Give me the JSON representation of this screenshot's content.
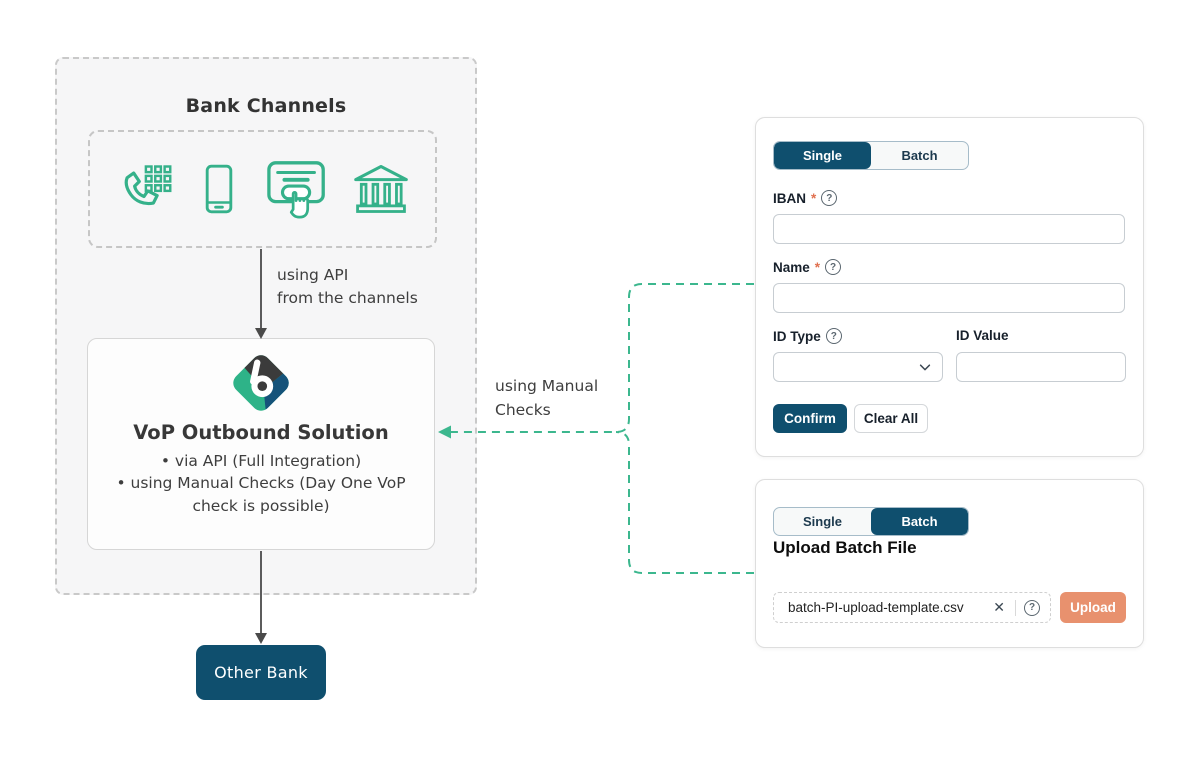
{
  "colors": {
    "accent_green": "#35b18a",
    "dark_blue": "#0f4f6e",
    "salmon": "#e8916e",
    "required_asterisk": "#e0704f"
  },
  "diagram": {
    "bank_channels_title": "Bank Channels",
    "channel_icons": [
      "phone-keypad-icon",
      "smartphone-icon",
      "payment-terminal-icon",
      "bank-building-icon"
    ],
    "api_label": {
      "line1": "using API",
      "line2": "from the channels"
    },
    "vop": {
      "title": "VoP Outbound Solution",
      "bullets": [
        "via API (Full Integration)",
        "using Manual Checks (Day One VoP check is possible)"
      ]
    },
    "manual_label": {
      "line1": "using Manual",
      "line2": "Checks"
    },
    "other_bank_label": "Other Bank"
  },
  "single_panel": {
    "tabs": {
      "single": "Single",
      "batch": "Batch",
      "active": "Single"
    },
    "iban": {
      "label": "IBAN",
      "required": "*",
      "value": ""
    },
    "name": {
      "label": "Name",
      "required": "*",
      "value": ""
    },
    "id_type": {
      "label": "ID Type",
      "value": ""
    },
    "id_value": {
      "label": "ID Value",
      "value": ""
    },
    "confirm_label": "Confirm",
    "clear_label": "Clear All"
  },
  "batch_panel": {
    "tabs": {
      "single": "Single",
      "batch": "Batch",
      "active": "Batch"
    },
    "heading": "Upload Batch File",
    "file_name": "batch-PI-upload-template.csv",
    "upload_label": "Upload"
  },
  "icons": {
    "help": "?",
    "close": "✕"
  }
}
